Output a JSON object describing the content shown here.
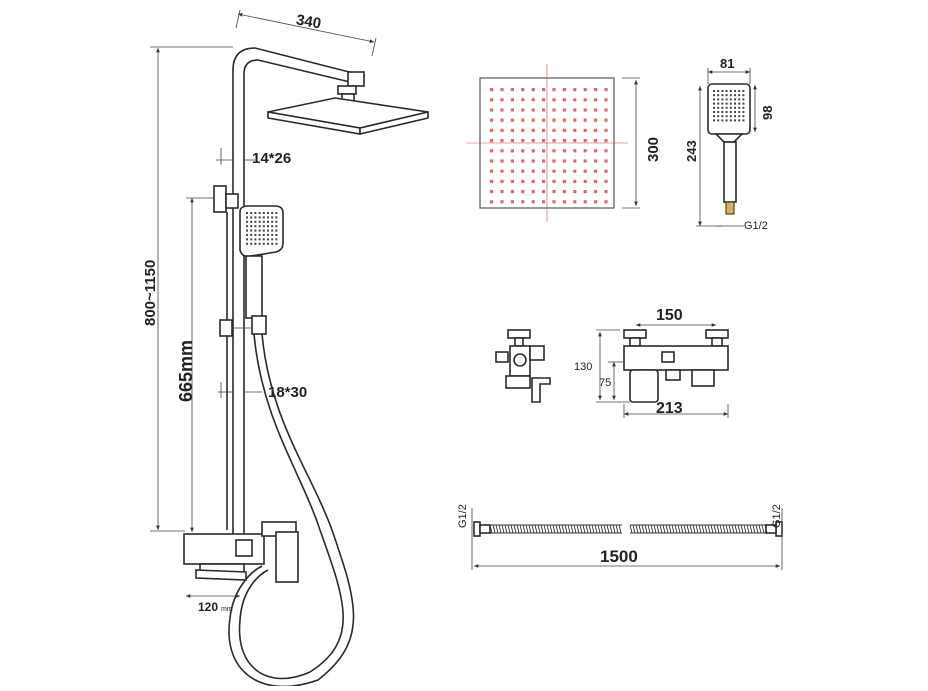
{
  "dimensions": {
    "arm_length": "340",
    "total_height": "800~1150",
    "slide_height": "665mm",
    "upper_pipe": "14*26",
    "lower_pipe": "18*30",
    "spout": "120",
    "spout_unit": "mm",
    "head_size": "300",
    "hand_width": "81",
    "hand_head_height": "98",
    "hand_length": "243",
    "hand_thread": "G1/2",
    "mixer_centers": "150",
    "mixer_height": "130",
    "mixer_outlet": "75",
    "mixer_width": "213",
    "hose_thread_left": "G1/2",
    "hose_thread_right": "G1/2",
    "hose_length": "1500"
  },
  "colors": {
    "line": "#2a2a2a",
    "crosshair": "#e04040",
    "background": "#ffffff"
  }
}
